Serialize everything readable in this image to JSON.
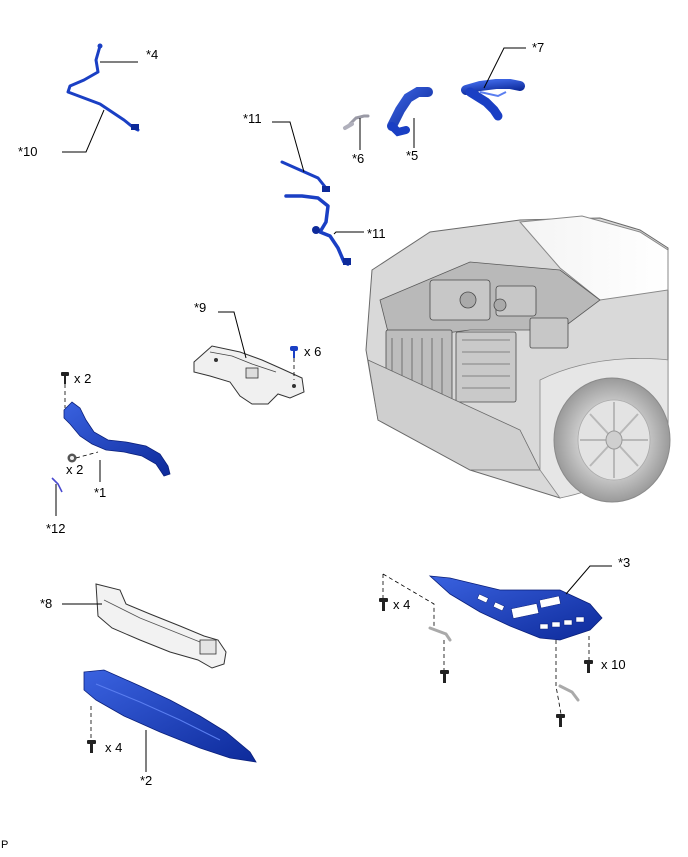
{
  "callouts": {
    "c1": "*1",
    "c2": "*2",
    "c3": "*3",
    "c4": "*4",
    "c5": "*5",
    "c6": "*6",
    "c7": "*7",
    "c8": "*8",
    "c9": "*9",
    "c10": "*10",
    "c11a": "*11",
    "c11b": "*11",
    "c12": "*12"
  },
  "quantities": {
    "q_bolt_top": "x 2",
    "q_clip": "x 2",
    "q_clip9": "x 6",
    "q_cover2": "x 4",
    "q_cover3_left": "x 4",
    "q_cover3_right": "x 10"
  },
  "footer": {
    "code": "P"
  },
  "colors": {
    "part_blue": "#1a3fc4",
    "part_dark": "#0a1f7a",
    "line": "#000000",
    "gray_part": "#7a7a7a"
  }
}
